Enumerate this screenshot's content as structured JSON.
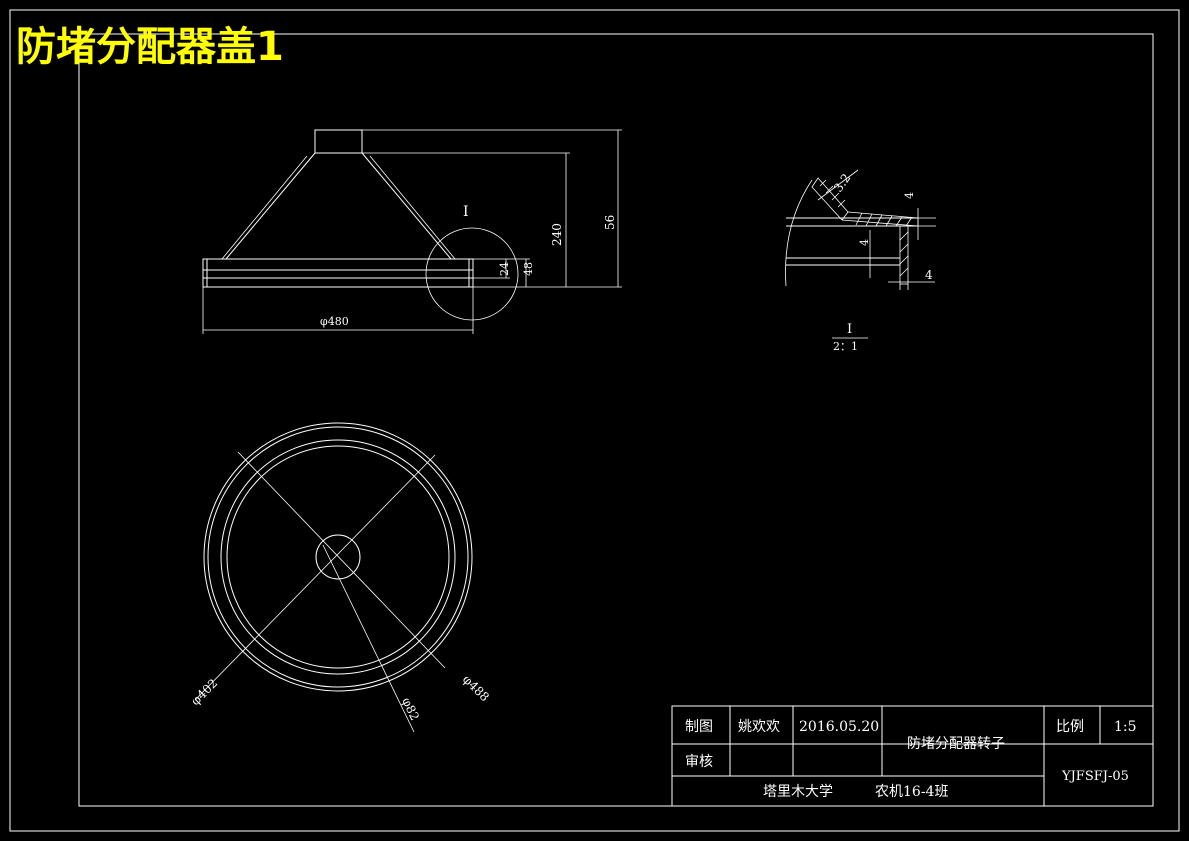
{
  "drawing": {
    "title": "防堵分配器盖1",
    "colors": {
      "background": "#000000",
      "lines": "#ffffff",
      "title": "#ffff00"
    }
  },
  "front_view": {
    "dims": {
      "height_total": "56",
      "height_cone": "240",
      "rim_48": "48",
      "rim_24": "24",
      "diameter": "φ480"
    },
    "detail_mark": "I"
  },
  "detail_view": {
    "dims": {
      "weld": "3.2",
      "t_top": "4",
      "t_mid": "4",
      "t_right": "4"
    },
    "label": "I",
    "scale": "2：1"
  },
  "top_view": {
    "dims": {
      "d402": "φ402",
      "d82": "φ82",
      "d488": "φ488"
    }
  },
  "title_block": {
    "drawn_label": "制图",
    "drawer": "姚欢欢",
    "date": "2016.05.20",
    "part_name": "防堵分配器转子",
    "scale_label": "比例",
    "scale_value": "1:5",
    "review_label": "审核",
    "drawing_no": "YJFSFJ-05",
    "school": "塔里木大学",
    "class": "农机16-4班"
  }
}
